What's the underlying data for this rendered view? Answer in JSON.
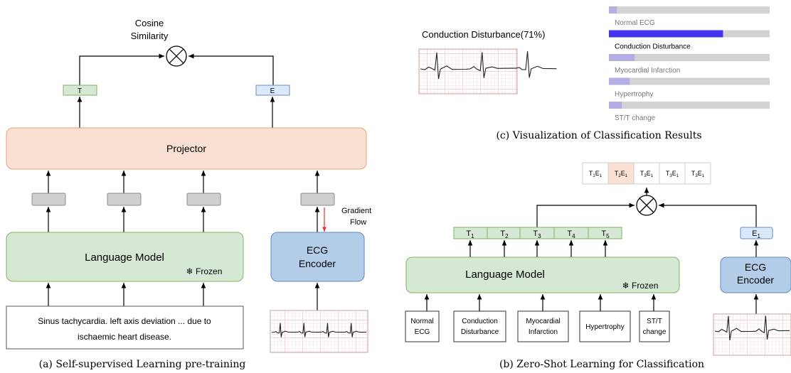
{
  "panel_a": {
    "cosine_line1": "Cosine",
    "cosine_line2": "Similarity",
    "t_label": "T",
    "e_label": "E",
    "projector": "Projector",
    "gradient_line1": "Gradient",
    "gradient_line2": "Flow",
    "language_model": "Language Model",
    "frozen": "❄ Frozen",
    "ecg_line1": "ECG",
    "ecg_line2": "Encoder",
    "report_line1": "Sinus tachycardia. left axis deviation ... due to",
    "report_line2": "ischaemic heart disease.",
    "caption": "(a) Self-supervised Learning pre-training"
  },
  "panel_c": {
    "prediction": "Conduction Disturbance(71%)",
    "caption": "(c) Visualization of Classification Results",
    "bars": [
      {
        "label": "Normal ECG",
        "value": 0.05,
        "highlight": false
      },
      {
        "label": "Conduction Disturbance",
        "value": 0.71,
        "highlight": true
      },
      {
        "label": "Myocardial Infarction",
        "value": 0.16,
        "highlight": false
      },
      {
        "label": "Hypertrophy",
        "value": 0.13,
        "highlight": false
      },
      {
        "label": "ST/T change",
        "value": 0.08,
        "highlight": false
      }
    ]
  },
  "panel_b": {
    "pairs": [
      {
        "t": "1",
        "e": "1",
        "highlight": false
      },
      {
        "t": "2",
        "e": "1",
        "highlight": true
      },
      {
        "t": "3",
        "e": "1",
        "highlight": false
      },
      {
        "t": "3",
        "e": "1",
        "highlight": false
      },
      {
        "t": "3",
        "e": "1",
        "highlight": false
      }
    ],
    "t_tokens": [
      "1",
      "2",
      "3",
      "4",
      "5"
    ],
    "e_token": "1",
    "language_model": "Language Model",
    "frozen": "❄ Frozen",
    "ecg_line1": "ECG",
    "ecg_line2": "Encoder",
    "classes": [
      {
        "line1": "Normal",
        "line2": "ECG"
      },
      {
        "line1": "Conduction",
        "line2": "Disturbance"
      },
      {
        "line1": "Myocardial",
        "line2": "Infarction"
      },
      {
        "line1": "Hypertrophy",
        "line2": ""
      },
      {
        "line1": "ST/T",
        "line2": "change"
      }
    ],
    "caption": "(b) Zero-Shot Learning for Classification"
  },
  "colors": {
    "green_fill": "#d5e8d4",
    "green_stroke": "#82b366",
    "orange_fill": "#fae0d3",
    "orange_stroke": "#e8a07a",
    "blue_fill": "#b3cde8",
    "blue_stroke": "#5d86c2",
    "token_blue_fill": "#dae8fc",
    "gray_fill": "#cfcfcf",
    "bar_track": "#d3d3d3",
    "bar_main": "#4433ee",
    "bar_minor": "#b4aee6",
    "ecg_bg": "#fde8e8",
    "gradient_arrow": "#e03030",
    "pair_highlight": "#fbe1d4"
  }
}
